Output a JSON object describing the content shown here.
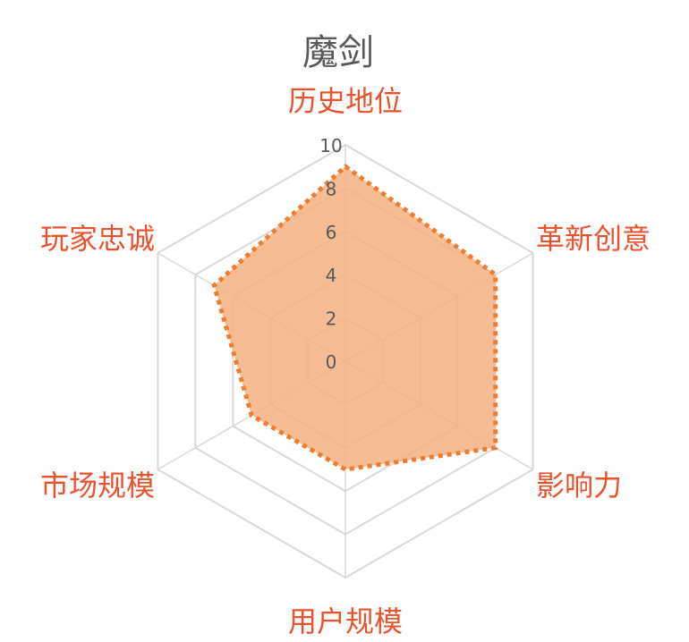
{
  "chart_data": {
    "type": "radar",
    "title": "魔剑",
    "axes": [
      "历史地位",
      "革新创意",
      "影响力",
      "用户规模",
      "市场规模",
      "玩家忠诚"
    ],
    "series": [
      {
        "values": [
          9,
          8,
          8,
          5,
          5,
          7
        ]
      }
    ],
    "rlim": [
      0,
      10
    ],
    "ticks": [
      0,
      2,
      4,
      6,
      8,
      10
    ],
    "colors": {
      "fill": "#f4b183",
      "line": "#ed7d31",
      "axis_label": "#e8532d",
      "grid": "#d9d9d9"
    }
  }
}
